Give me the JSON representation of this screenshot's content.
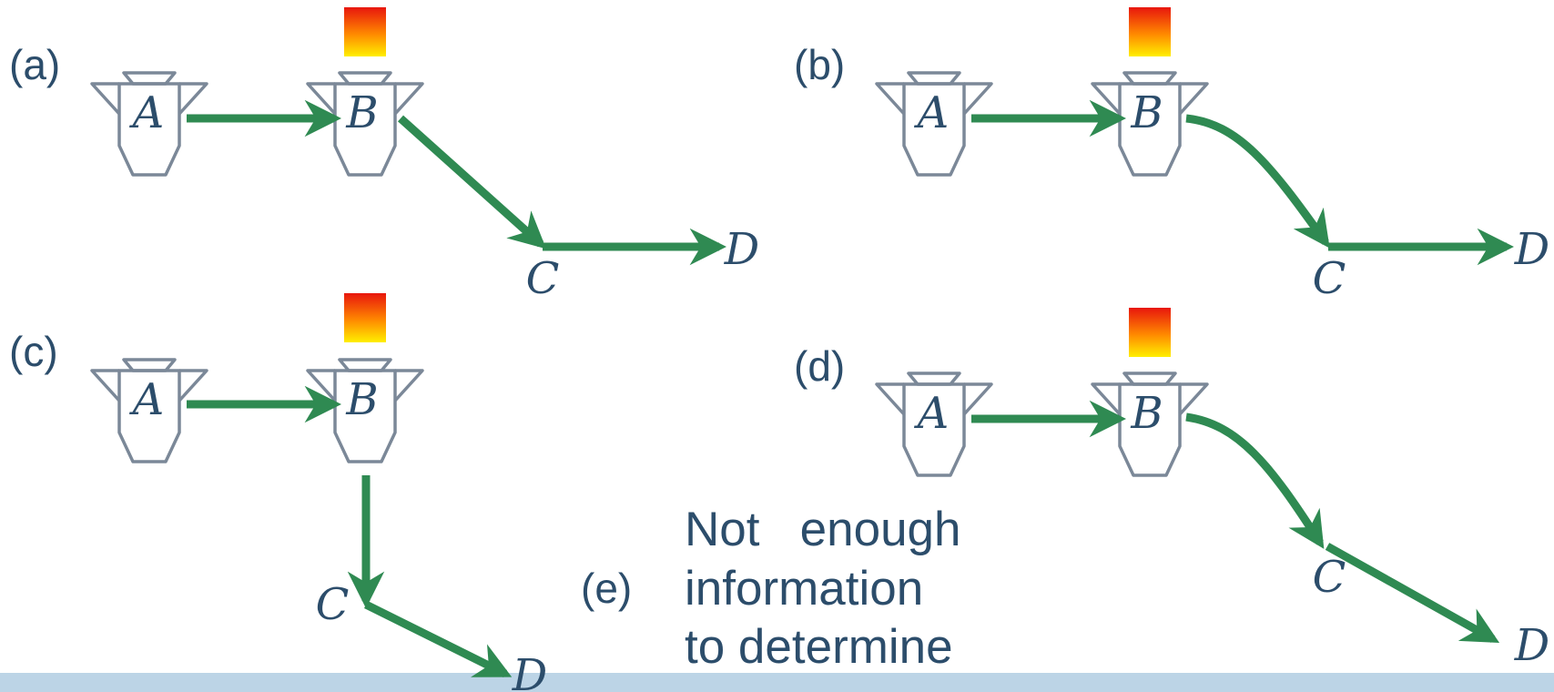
{
  "panels": {
    "a": {
      "label": "(a)",
      "nodes": {
        "A": "A",
        "B": "B",
        "C": "C",
        "D": "D"
      }
    },
    "b": {
      "label": "(b)",
      "nodes": {
        "A": "A",
        "B": "B",
        "C": "C",
        "D": "D"
      }
    },
    "c": {
      "label": "(c)",
      "nodes": {
        "A": "A",
        "B": "B",
        "C": "C",
        "D": "D"
      }
    },
    "d": {
      "label": "(d)",
      "nodes": {
        "A": "A",
        "B": "B",
        "C": "C",
        "D": "D"
      }
    },
    "e": {
      "label": "(e)",
      "lines": [
        "Not   enough",
        "information",
        "to determine"
      ]
    }
  },
  "colors": {
    "text": "#2c4d6b",
    "arrow": "#2f8a52",
    "node_outline": "#7b8898",
    "light_top": "#e8160d",
    "light_bottom": "#ffef00",
    "bottom_band": "#bcd4e6"
  },
  "icons": [
    "neuron-icon",
    "light-stimulus-icon",
    "arrow-icon"
  ]
}
